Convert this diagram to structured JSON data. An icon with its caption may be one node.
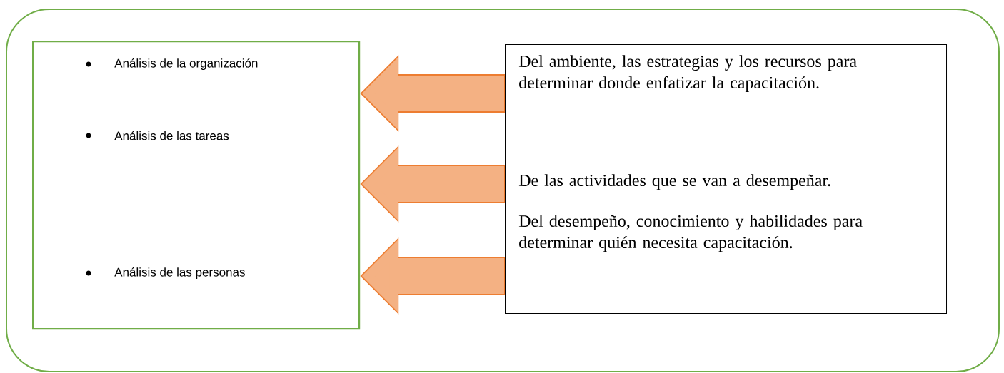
{
  "diagram": {
    "nodes": [
      {
        "text": [],
        "shape": "box"
      },
      {
        "text": [
          "Análisis de la organización",
          "Análisis de las tareas",
          "Análisis de las personas"
        ],
        "in": 0
      },
      {
        "text": [
          "Del ambiente, las estrategias y los recursos para determinar donde enfatizar la capacitación.",
          "De las actividades que se van a desempeñar.",
          "Del desempeño, conocimiento y habilidades para determinar quién necesita capacitación."
        ],
        "in": 0
      }
    ],
    "edges": [
      {
        "from": 2,
        "to": 1,
        "arrow": "to"
      },
      {
        "from": 2,
        "to": 1,
        "arrow": "to"
      },
      {
        "from": 2,
        "to": 1,
        "arrow": "to"
      }
    ]
  }
}
